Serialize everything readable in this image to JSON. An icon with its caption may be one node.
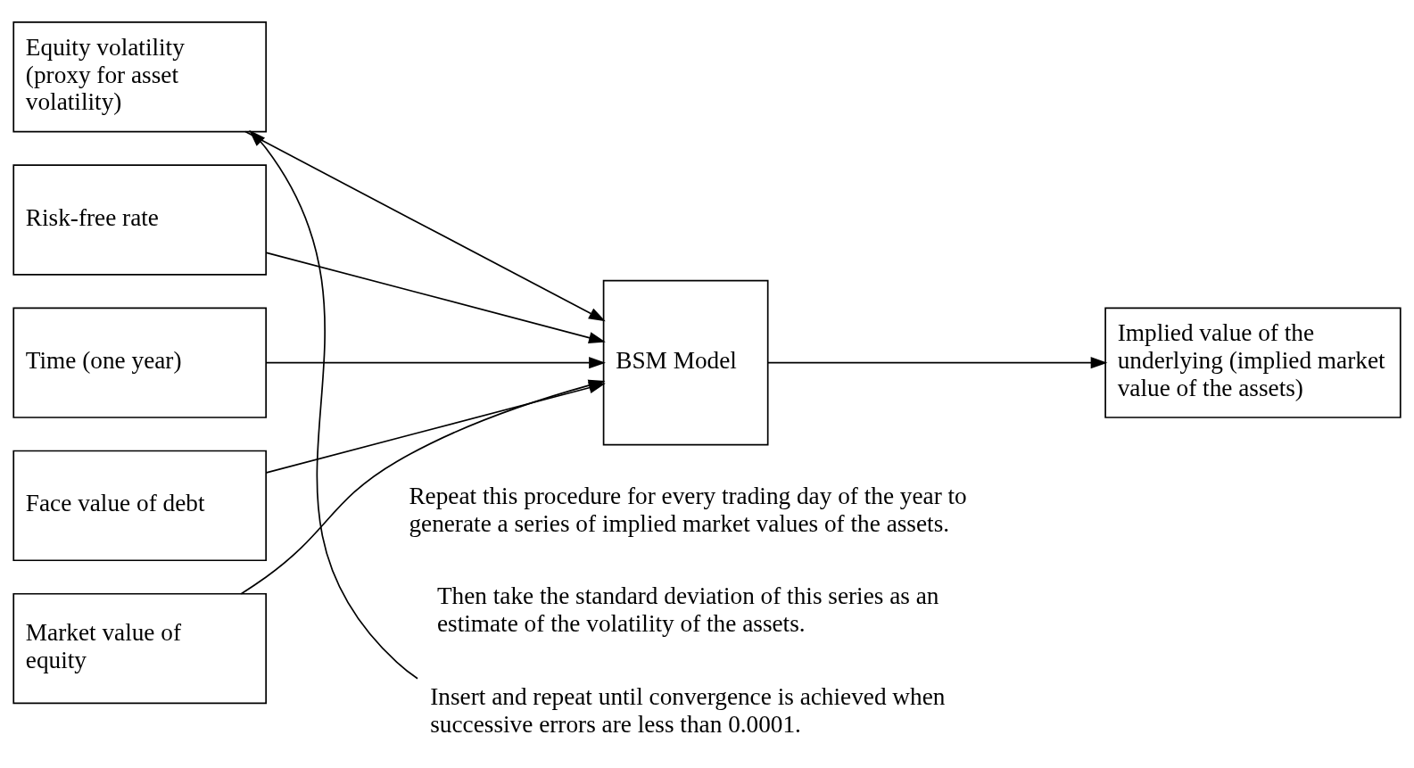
{
  "diagram": {
    "nodes": [
      {
        "text": [
          "Equity volatility (proxy for asset volatility)"
        ]
      },
      {
        "text": [
          "Risk-free rate"
        ]
      },
      {
        "text": [
          "Time (one year)"
        ]
      },
      {
        "text": [
          "Face value of debt"
        ]
      },
      {
        "text": [
          "Market value of equity"
        ]
      },
      {
        "text": [
          "BSM Model"
        ]
      },
      {
        "text": [
          "Implied value of the underlying (implied market value of the assets)"
        ]
      },
      {
        "text": [
          "Insert and repeat until convergence is achieved when successive errors are less than 0.0001."
        ]
      }
    ],
    "edges": [
      {
        "from": 0,
        "to": 5,
        "arrow": "to"
      },
      {
        "from": 1,
        "to": 5,
        "arrow": "to"
      },
      {
        "from": 2,
        "to": 5,
        "arrow": "to"
      },
      {
        "from": 3,
        "to": 5,
        "arrow": "to"
      },
      {
        "from": 4,
        "to": 5,
        "arrow": "to"
      },
      {
        "from": 5,
        "to": 6,
        "arrow": "to"
      },
      {
        "from": 7,
        "to": 0,
        "arrow": "to"
      }
    ],
    "labels": [
      "Repeat this procedure for every trading day of the year to generate a series of implied market values of the assets.",
      "Then take the standard deviation of this series as an estimate of the volatility of the assets."
    ]
  }
}
